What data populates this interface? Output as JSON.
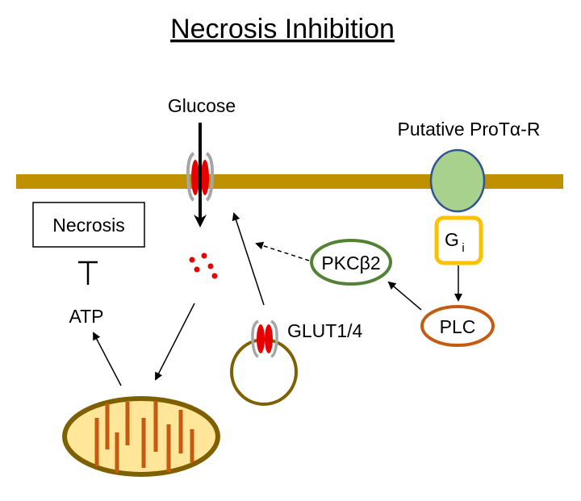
{
  "title": "Necrosis Inhibition",
  "labels": {
    "glucose": "Glucose",
    "receptor": "Putative ProTα-R",
    "gi_main": "G",
    "gi_sub": "i",
    "necrosis": "Necrosis",
    "inhibit_symbol": "T",
    "atp": "ATP",
    "pkc": "PKCβ2",
    "plc": "PLC",
    "glut": "GLUT1/4"
  },
  "colors": {
    "membrane": "#bf9000",
    "receptor_fill": "#a9d18e",
    "receptor_stroke": "#2f5597",
    "gi_stroke": "#ffc000",
    "pkc_stroke": "#548235",
    "plc_stroke": "#c55a11",
    "transporter_red": "#e60000",
    "vesicle_stroke": "#7f6000",
    "mito_fill": "#ffe699",
    "mito_stroke": "#7f6000",
    "cristae": "#c55a11"
  },
  "icons": [
    "glucose-transporter-icon",
    "mitochondrion-icon",
    "vesicle-icon",
    "glucose-molecules-icon"
  ]
}
